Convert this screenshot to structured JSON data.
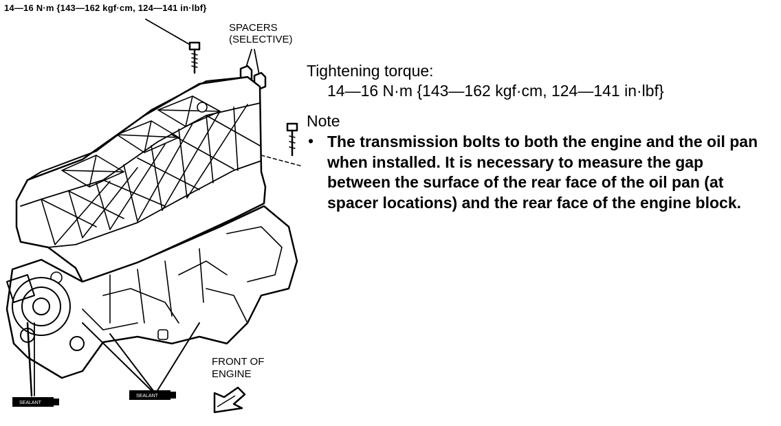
{
  "diagram": {
    "top_torque_label": "14—16 N·m {143—162 kgf·cm, 124—141 in·lbf}",
    "spacers_label_line1": "SPACERS",
    "spacers_label_line2": "(SELECTIVE)",
    "front_label_line1": "FRONT OF",
    "front_label_line2": "ENGINE",
    "sealant_label": "SEALANT"
  },
  "instructions": {
    "torque_heading": "Tightening torque:",
    "torque_value": "14—16 N·m {143—162 kgf·cm, 124—141 in·lbf}",
    "note_heading": "Note",
    "bullet": "•",
    "note_text": "The transmission bolts to both the engine and the oil pan when installed. It is necessary to measure the gap between the surface of the rear face of the oil pan (at spacer locations) and the rear face of the engine block."
  }
}
